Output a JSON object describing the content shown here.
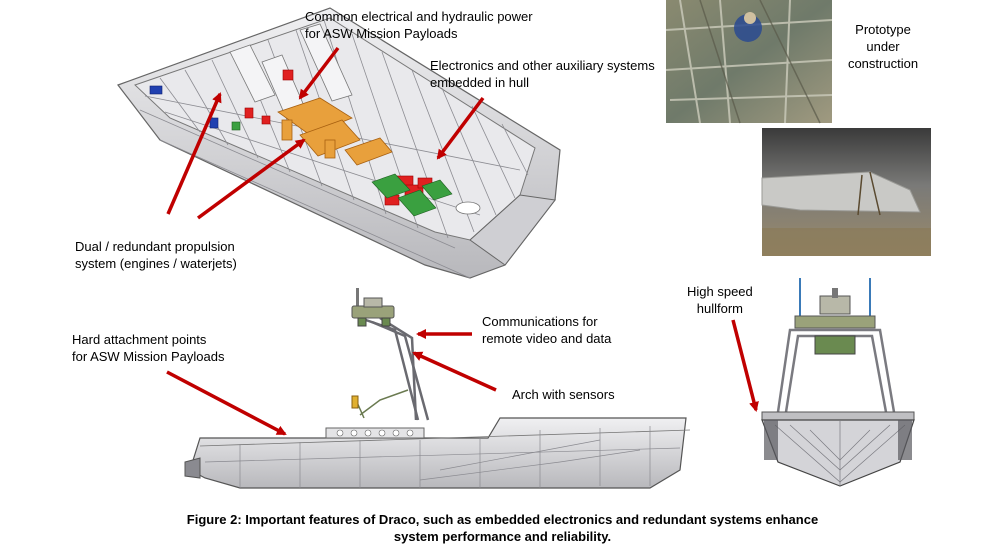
{
  "callouts": {
    "power": "Common electrical and hydraulic power\nfor ASW Mission Payloads",
    "electronics": "Electronics and other auxiliary systems\nembedded in hull",
    "propulsion": "Dual / redundant propulsion\nsystem (engines / waterjets)",
    "attachment": "Hard attachment points\nfor ASW Mission Payloads",
    "comms": "Communications for\nremote video and data",
    "arch": "Arch with sensors",
    "hullform": "High speed\nhullform"
  },
  "photos": {
    "prototype_caption": "Prototype\nunder\nconstruction"
  },
  "caption": {
    "line1": "Figure 2:  Important features of Draco, such as embedded electronics and redundant systems enhance",
    "line2": "system performance and reliability."
  },
  "colors": {
    "arrow": "#c00000",
    "hull_line": "#555555",
    "hull_fill": "#d9d9dc",
    "payload_orange": "#e8a03c",
    "component_red": "#e02020",
    "component_green": "#3aa040",
    "component_blue": "#2040b0"
  }
}
